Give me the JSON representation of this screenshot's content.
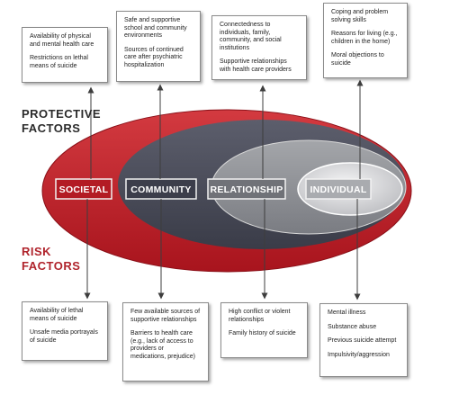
{
  "headings": {
    "protective": [
      "PROTECTIVE",
      "FACTORS"
    ],
    "risk": [
      "RISK",
      "FACTORS"
    ]
  },
  "levels": {
    "societal": "SOCIETAL",
    "community": "COMMUNITY",
    "relationship": "RELATIONSHIP",
    "individual": "INDIVIDUAL"
  },
  "protective": {
    "societal": [
      "Availability of physical and mental health care",
      "Restrictions on lethal means of suicide"
    ],
    "community": [
      "Safe and supportive school and community environments",
      "Sources of continued care after psychiatric hospitalization"
    ],
    "relationship": [
      "Connectedness to individuals, family, community, and social institutions",
      "Supportive relationships with health care providers"
    ],
    "individual": [
      "Coping and problem solving skills",
      "Reasons for living (e.g., children in the home)",
      "Moral objections to suicide"
    ]
  },
  "risk": {
    "societal": [
      "Availability of lethal means of suicide",
      "Unsafe media portrayals of suicide"
    ],
    "community": [
      "Few available sources of supportive relationships",
      "Barriers to health care (e.g., lack of access to providers or medications, prejudice)"
    ],
    "relationship": [
      "High conflict or violent relationships",
      "Family history of suicide"
    ],
    "individual": [
      "Mental illness",
      "Substance abuse",
      "Previous suicide attempt",
      "Impulsivity/aggression"
    ]
  },
  "colors": {
    "societal": "#c8202b",
    "community": "#4b4d5c",
    "relationship": "#8e9095",
    "individual": "#d5d6d8",
    "protective_heading": "#2b2b2b",
    "risk_heading": "#b0242c",
    "arrow": "#3d3d3d"
  }
}
